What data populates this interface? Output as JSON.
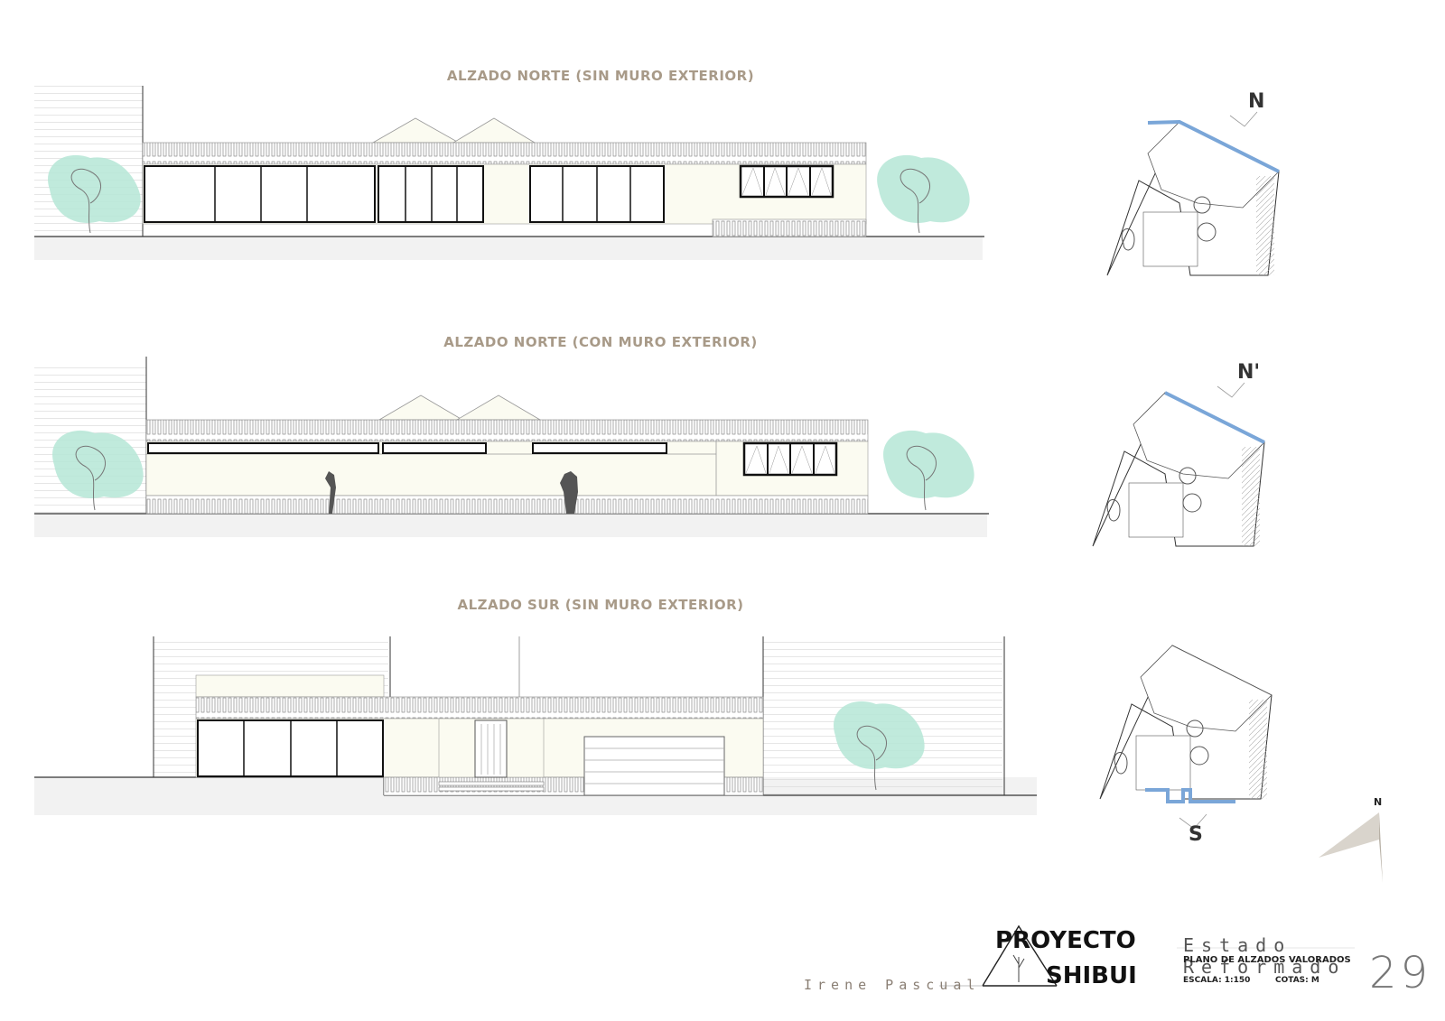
{
  "elevations": [
    {
      "title": "ALZADO NORTE (SIN MURO EXTERIOR)"
    },
    {
      "title": "ALZADO NORTE (CON MURO EXTERIOR)"
    },
    {
      "title": "ALZADO SUR (SIN MURO EXTERIOR)"
    }
  ],
  "keyplans": [
    {
      "label": "N"
    },
    {
      "label": "N'"
    },
    {
      "label": "S"
    }
  ],
  "compass": {
    "north": "N"
  },
  "footer": {
    "author": "Irene Pascual",
    "brand_line1": "PROYECTO",
    "brand_line2": "SHIBUI",
    "state": "Estado Reformado",
    "plan_name": "PLANO DE ALZADOS VALORADOS",
    "scale": "ESCALA: 1:150",
    "units": "COTAS: M",
    "page": "29"
  },
  "colors": {
    "title": "#a89a88",
    "highlight": "#7aa6d8",
    "tree": "#b5e6d6",
    "wall": "#fbfbf1"
  }
}
